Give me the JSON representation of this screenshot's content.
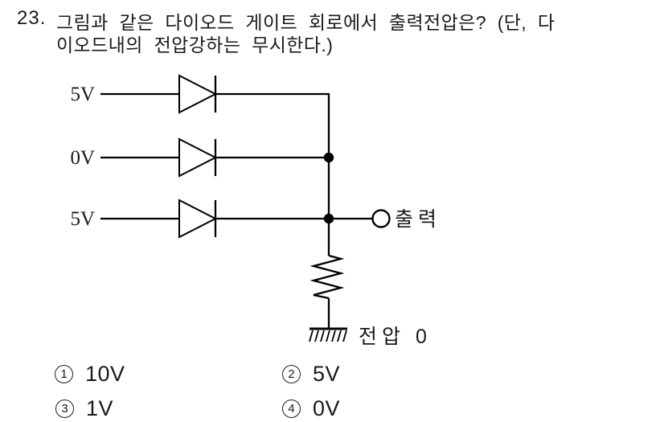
{
  "page": {
    "background": "#ffffff",
    "ink": "#000000"
  },
  "question": {
    "number": "23.",
    "text_line1": "그림과 같은 다이오드 게이트 회로에서 출력전압은? (단, 다",
    "text_line2": "이오드내의 전압강하는 무시한다.)"
  },
  "circuit": {
    "input_labels": [
      "5V",
      "0V",
      "5V"
    ],
    "output_label": "출력",
    "ground_label": "전압 0"
  },
  "options": [
    {
      "number": "1",
      "label": "10V"
    },
    {
      "number": "2",
      "label": "5V"
    },
    {
      "number": "3",
      "label": "1V"
    },
    {
      "number": "4",
      "label": "0V"
    }
  ]
}
